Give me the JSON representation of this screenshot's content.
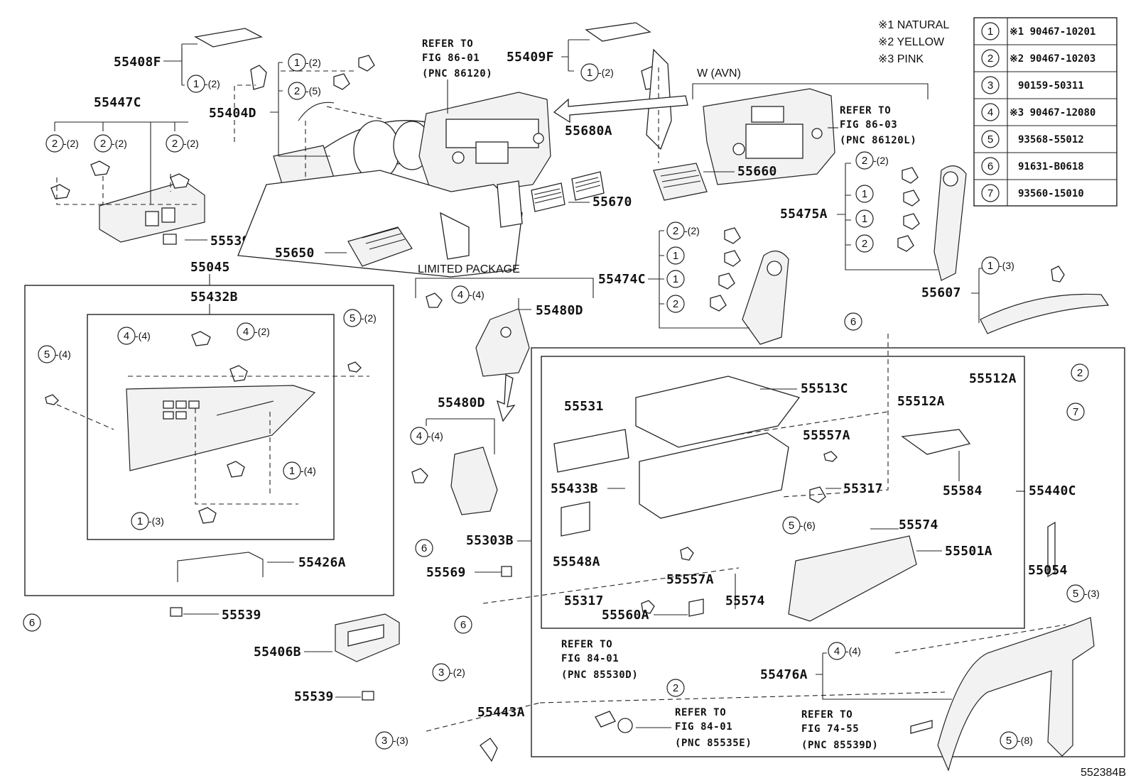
{
  "diagram_code": "552384B",
  "legend_notes": [
    "※1 NATURAL",
    "※2 YELLOW",
    "※3 PINK"
  ],
  "fastener_table": [
    {
      "num": "1",
      "part": "※1 90467-10201"
    },
    {
      "num": "2",
      "part": "※2 90467-10203"
    },
    {
      "num": "3",
      "part": "90159-50311"
    },
    {
      "num": "4",
      "part": "※3 90467-12080"
    },
    {
      "num": "5",
      "part": "93568-55012"
    },
    {
      "num": "6",
      "part": "91631-B0618"
    },
    {
      "num": "7",
      "part": "93560-15010"
    }
  ],
  "group_labels": {
    "w_avn": "W (AVN)",
    "limited_package": "LIMITED  PACKAGE"
  },
  "refer_notes": [
    [
      "REFER TO",
      "FIG 86-01",
      "(PNC 86120)"
    ],
    [
      "REFER TO",
      "FIG 86-03",
      "(PNC 86120L)"
    ],
    [
      "REFER TO",
      "FIG 84-01",
      "(PNC 85530D)"
    ],
    [
      "REFER TO",
      "FIG 84-01",
      "(PNC 85535E)"
    ],
    [
      "REFER TO",
      "FIG 74-55",
      "(PNC 85539D)"
    ]
  ],
  "part_numbers": [
    "55408F",
    "55404D",
    "55409F",
    "55447C",
    "55539",
    "55650",
    "55680A",
    "55670",
    "55660",
    "55475A",
    "55045",
    "55432B",
    "55480D",
    "55474C",
    "55607",
    "55480D",
    "55513C",
    "55512A",
    "55531",
    "55512A",
    "55557A",
    "55433B",
    "55317",
    "55584",
    "55440C",
    "55303B",
    "55574",
    "55548A",
    "55501A",
    "55569",
    "55557A",
    "55054",
    "55317",
    "55574",
    "55560A",
    "55426A",
    "55539",
    "55406B",
    "55539",
    "55476A",
    "55443A"
  ],
  "callouts": [
    {
      "n": "1",
      "q": "-(2)"
    },
    {
      "n": "1",
      "q": "-(2)"
    },
    {
      "n": "2",
      "q": "-(5)"
    },
    {
      "n": "1",
      "q": "-(2)"
    },
    {
      "n": "2",
      "q": "-(2)"
    },
    {
      "n": "2",
      "q": "-(2)"
    },
    {
      "n": "2",
      "q": "-(2)"
    },
    {
      "n": "2",
      "q": "-(2)"
    },
    {
      "n": "1",
      "q": ""
    },
    {
      "n": "1",
      "q": ""
    },
    {
      "n": "2",
      "q": ""
    },
    {
      "n": "2",
      "q": "-(2)"
    },
    {
      "n": "1",
      "q": ""
    },
    {
      "n": "1",
      "q": ""
    },
    {
      "n": "2",
      "q": ""
    },
    {
      "n": "1",
      "q": "-(3)"
    },
    {
      "n": "4",
      "q": "-(4)"
    },
    {
      "n": "4",
      "q": "-(2)"
    },
    {
      "n": "5",
      "q": "-(2)"
    },
    {
      "n": "5",
      "q": "-(4)"
    },
    {
      "n": "4",
      "q": "-(4)"
    },
    {
      "n": "4",
      "q": "-(4)"
    },
    {
      "n": "1",
      "q": "-(4)"
    },
    {
      "n": "1",
      "q": "-(3)"
    },
    {
      "n": "6",
      "q": ""
    },
    {
      "n": "6",
      "q": ""
    },
    {
      "n": "2",
      "q": ""
    },
    {
      "n": "7",
      "q": ""
    },
    {
      "n": "5",
      "q": "-(6)"
    },
    {
      "n": "5",
      "q": "-(3)"
    },
    {
      "n": "6",
      "q": ""
    },
    {
      "n": "6",
      "q": ""
    },
    {
      "n": "3",
      "q": "-(2)"
    },
    {
      "n": "2",
      "q": ""
    },
    {
      "n": "4",
      "q": "-(4)"
    },
    {
      "n": "3",
      "q": "-(3)"
    },
    {
      "n": "5",
      "q": "-(8)"
    }
  ]
}
